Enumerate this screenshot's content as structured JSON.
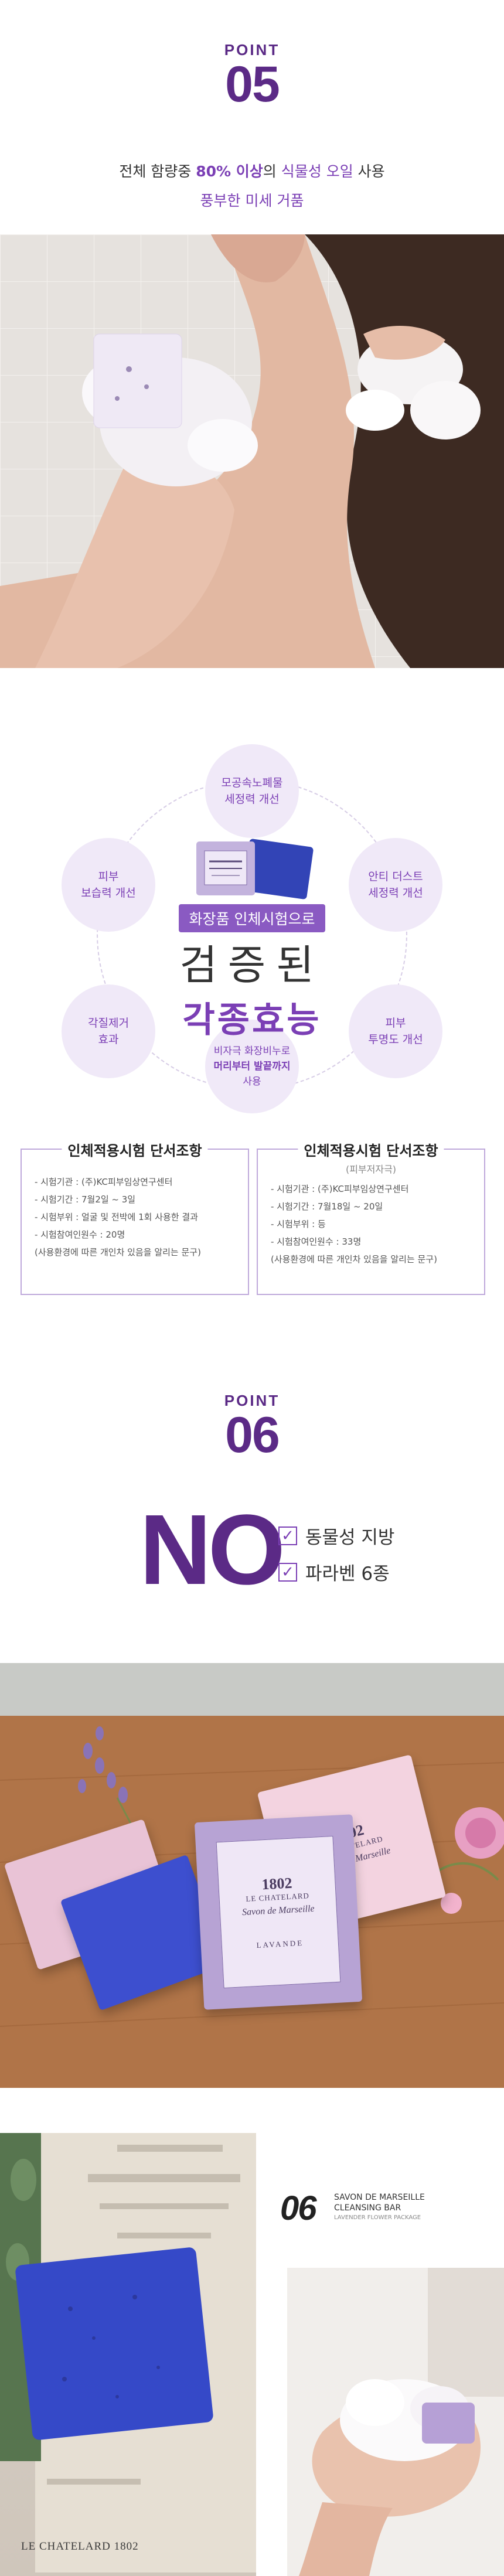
{
  "point05": {
    "label": "POINT",
    "number": "05"
  },
  "intro": {
    "line1_pre": "전체 함량중 ",
    "line1_hl": "80% 이상",
    "line1_mid": "의 ",
    "line1_pur": "식물성 오일",
    "line1_post": " 사용",
    "line2": "풍부한 미세 거품"
  },
  "diagram": {
    "bubbles": [
      {
        "l1": "모공속노폐물",
        "l2": "세정력 개선"
      },
      {
        "l1": "안티 더스트",
        "l2": "세정력 개선"
      },
      {
        "l1": "피부",
        "l2": "투명도 개선"
      },
      {
        "l1": "비자극 화장비누로",
        "l2": "머리부터 발끝까지",
        "l3": "사용"
      },
      {
        "l1": "각질제거",
        "l2": "효과"
      },
      {
        "l1": "피부",
        "l2": "보습력 개선"
      }
    ],
    "pill": "화장품 인체시험으로",
    "big1": "검증된",
    "big2": "각종효능"
  },
  "test_left": {
    "title": "인체적용시험 단서조항",
    "items": [
      "- 시험기관 : (주)KC피부임상연구센터",
      "- 시험기간 : 7월2일 ~ 3일",
      "- 시험부위 : 얼굴 및 전박에 1회 사용한 결과",
      "- 시험참여인원수 : 20명",
      "(사용환경에 따른 개인차 있음을 알리는 문구)"
    ]
  },
  "test_right": {
    "title": "인체적용시험 단서조항",
    "subtitle": "(피부저자극)",
    "items": [
      "- 시험기관 : (주)KC피부임상연구센터",
      "- 시험기간 : 7월18일 ~ 20일",
      "- 시험부위 : 등",
      "- 시험참여인원수 : 33명",
      "(사용환경에 따른 개인차 있음을 알리는 문구)"
    ]
  },
  "point06": {
    "label": "POINT",
    "number": "06"
  },
  "no_section": {
    "big": "NO",
    "items": [
      "동물성 지방",
      "파라벤 6종"
    ]
  },
  "soaps": {
    "brand": "1802",
    "maker": "LE CHATELARD",
    "savon": "Savon de Marseille",
    "lavande": "LAVANDE"
  },
  "product_label": {
    "number": "06",
    "title_line1": "SAVON DE MARSEILLE",
    "title_line2": "CLEANSING BAR",
    "subtitle": "LAVENDER FLOWER PACKAGE"
  },
  "bottom_logo": "LE CHATELARD 1802",
  "colors": {
    "accent": "#7b3fb5",
    "point": "#5b2a86",
    "bubble": "#f0e9f8"
  }
}
